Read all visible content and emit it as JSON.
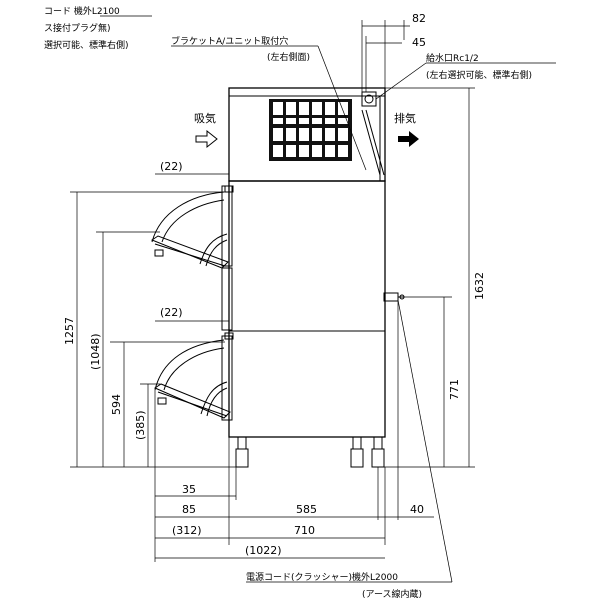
{
  "notes": {
    "cord_top_line1": "コード 機外L2100",
    "cord_top_line2": "ス接付プラグ無)",
    "cord_top_line3": "選択可能、標準右側)",
    "bracket_label": "ブラケットA/ユニット取付穴",
    "bracket_sub": "(左右側面)",
    "water_inlet": "給水口Rc1/2",
    "water_inlet_sub": "(左右選択可能、標準右側)",
    "intake": "吸気",
    "exhaust": "排気",
    "power_cord": "電源コード(クラッシャー)機外L2000",
    "power_cord_sub": "(アース線内蔵)"
  },
  "dimensions": {
    "top_82": "82",
    "top_45": "45",
    "left_22a": "(22)",
    "left_22b": "(22)",
    "h_1257": "1257",
    "h_1048": "(1048)",
    "h_594": "594",
    "h_385": "(385)",
    "h_1632": "1632",
    "h_771": "771",
    "w_35": "35",
    "w_85": "85",
    "w_585": "585",
    "w_40": "40",
    "w_312": "(312)",
    "w_710": "710",
    "w_1022": "(1022)"
  }
}
